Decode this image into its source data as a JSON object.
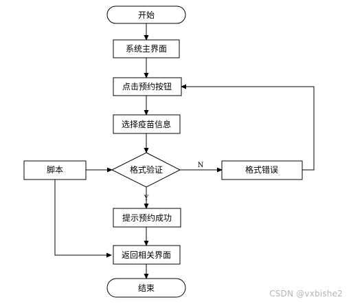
{
  "flowchart": {
    "nodes": {
      "start": "开始",
      "main_ui": "系统主界面",
      "click_reserve": "点击预约按钮",
      "select_vaccine": "选择疫苗信息",
      "format_check": "格式验证",
      "script": "脚本",
      "format_error": "格式错误",
      "reserve_success": "提示预约成功",
      "return_ui": "返回相关界面",
      "end": "结束"
    },
    "edge_labels": {
      "no": "N",
      "yes": "Y"
    }
  },
  "watermark": "CSDN @vxbishe2"
}
